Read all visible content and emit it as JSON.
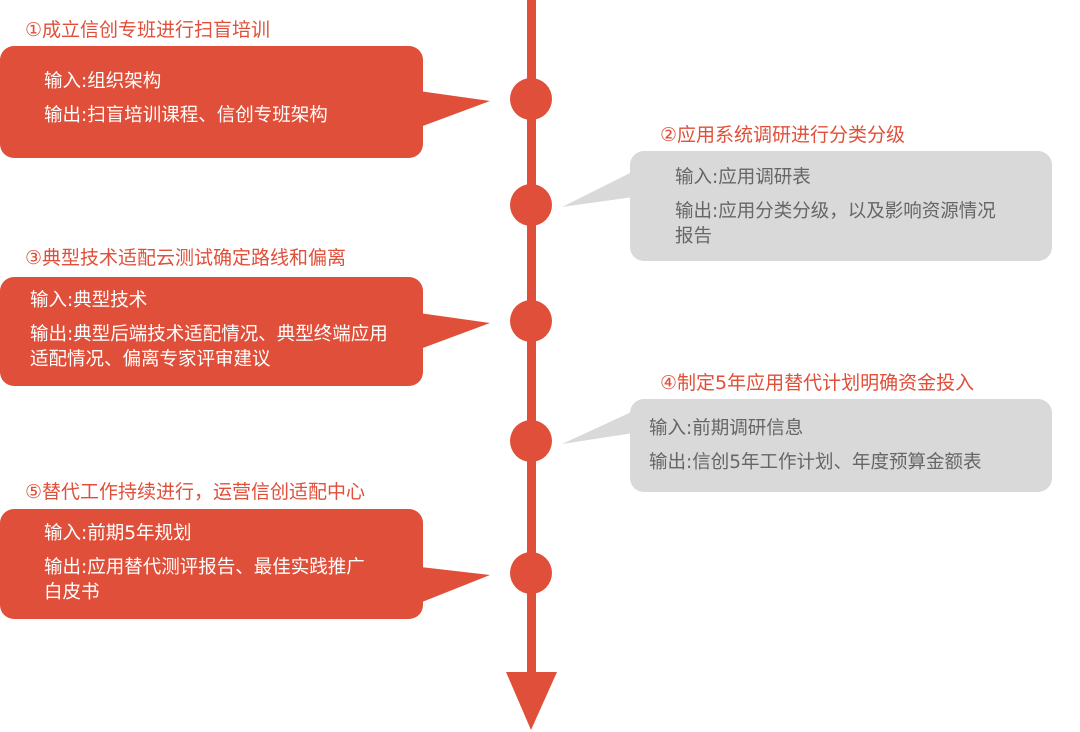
{
  "colors": {
    "accent": "#e04f39",
    "gray_box": "#d9d9d9",
    "gray_text": "#666666",
    "white_text": "#ffffff"
  },
  "steps": [
    {
      "title": "①成立信创专班进行扫盲培训",
      "input": "输入:组织架构",
      "output": "输出:扫盲培训课程、信创专班架构",
      "style": "red"
    },
    {
      "title": "②应用系统调研进行分类分级",
      "input": "输入:应用调研表",
      "output": "输出:应用分类分级，以及影响资源情况报告",
      "style": "gray"
    },
    {
      "title": "③典型技术适配云测试确定路线和偏离",
      "input": "输入:典型技术",
      "output": "输出:典型后端技术适配情况、典型终端应用适配情况、偏离专家评审建议",
      "style": "red"
    },
    {
      "title": "④制定5年应用替代计划明确资金投入",
      "input": "输入:前期调研信息",
      "output": "输出:信创5年工作计划、年度预算金额表",
      "style": "gray"
    },
    {
      "title": "⑤替代工作持续进行，运营信创适配中心",
      "input": "输入:前期5年规划",
      "output": "输出:应用替代测评报告、最佳实践推广白皮书",
      "style": "red"
    }
  ]
}
